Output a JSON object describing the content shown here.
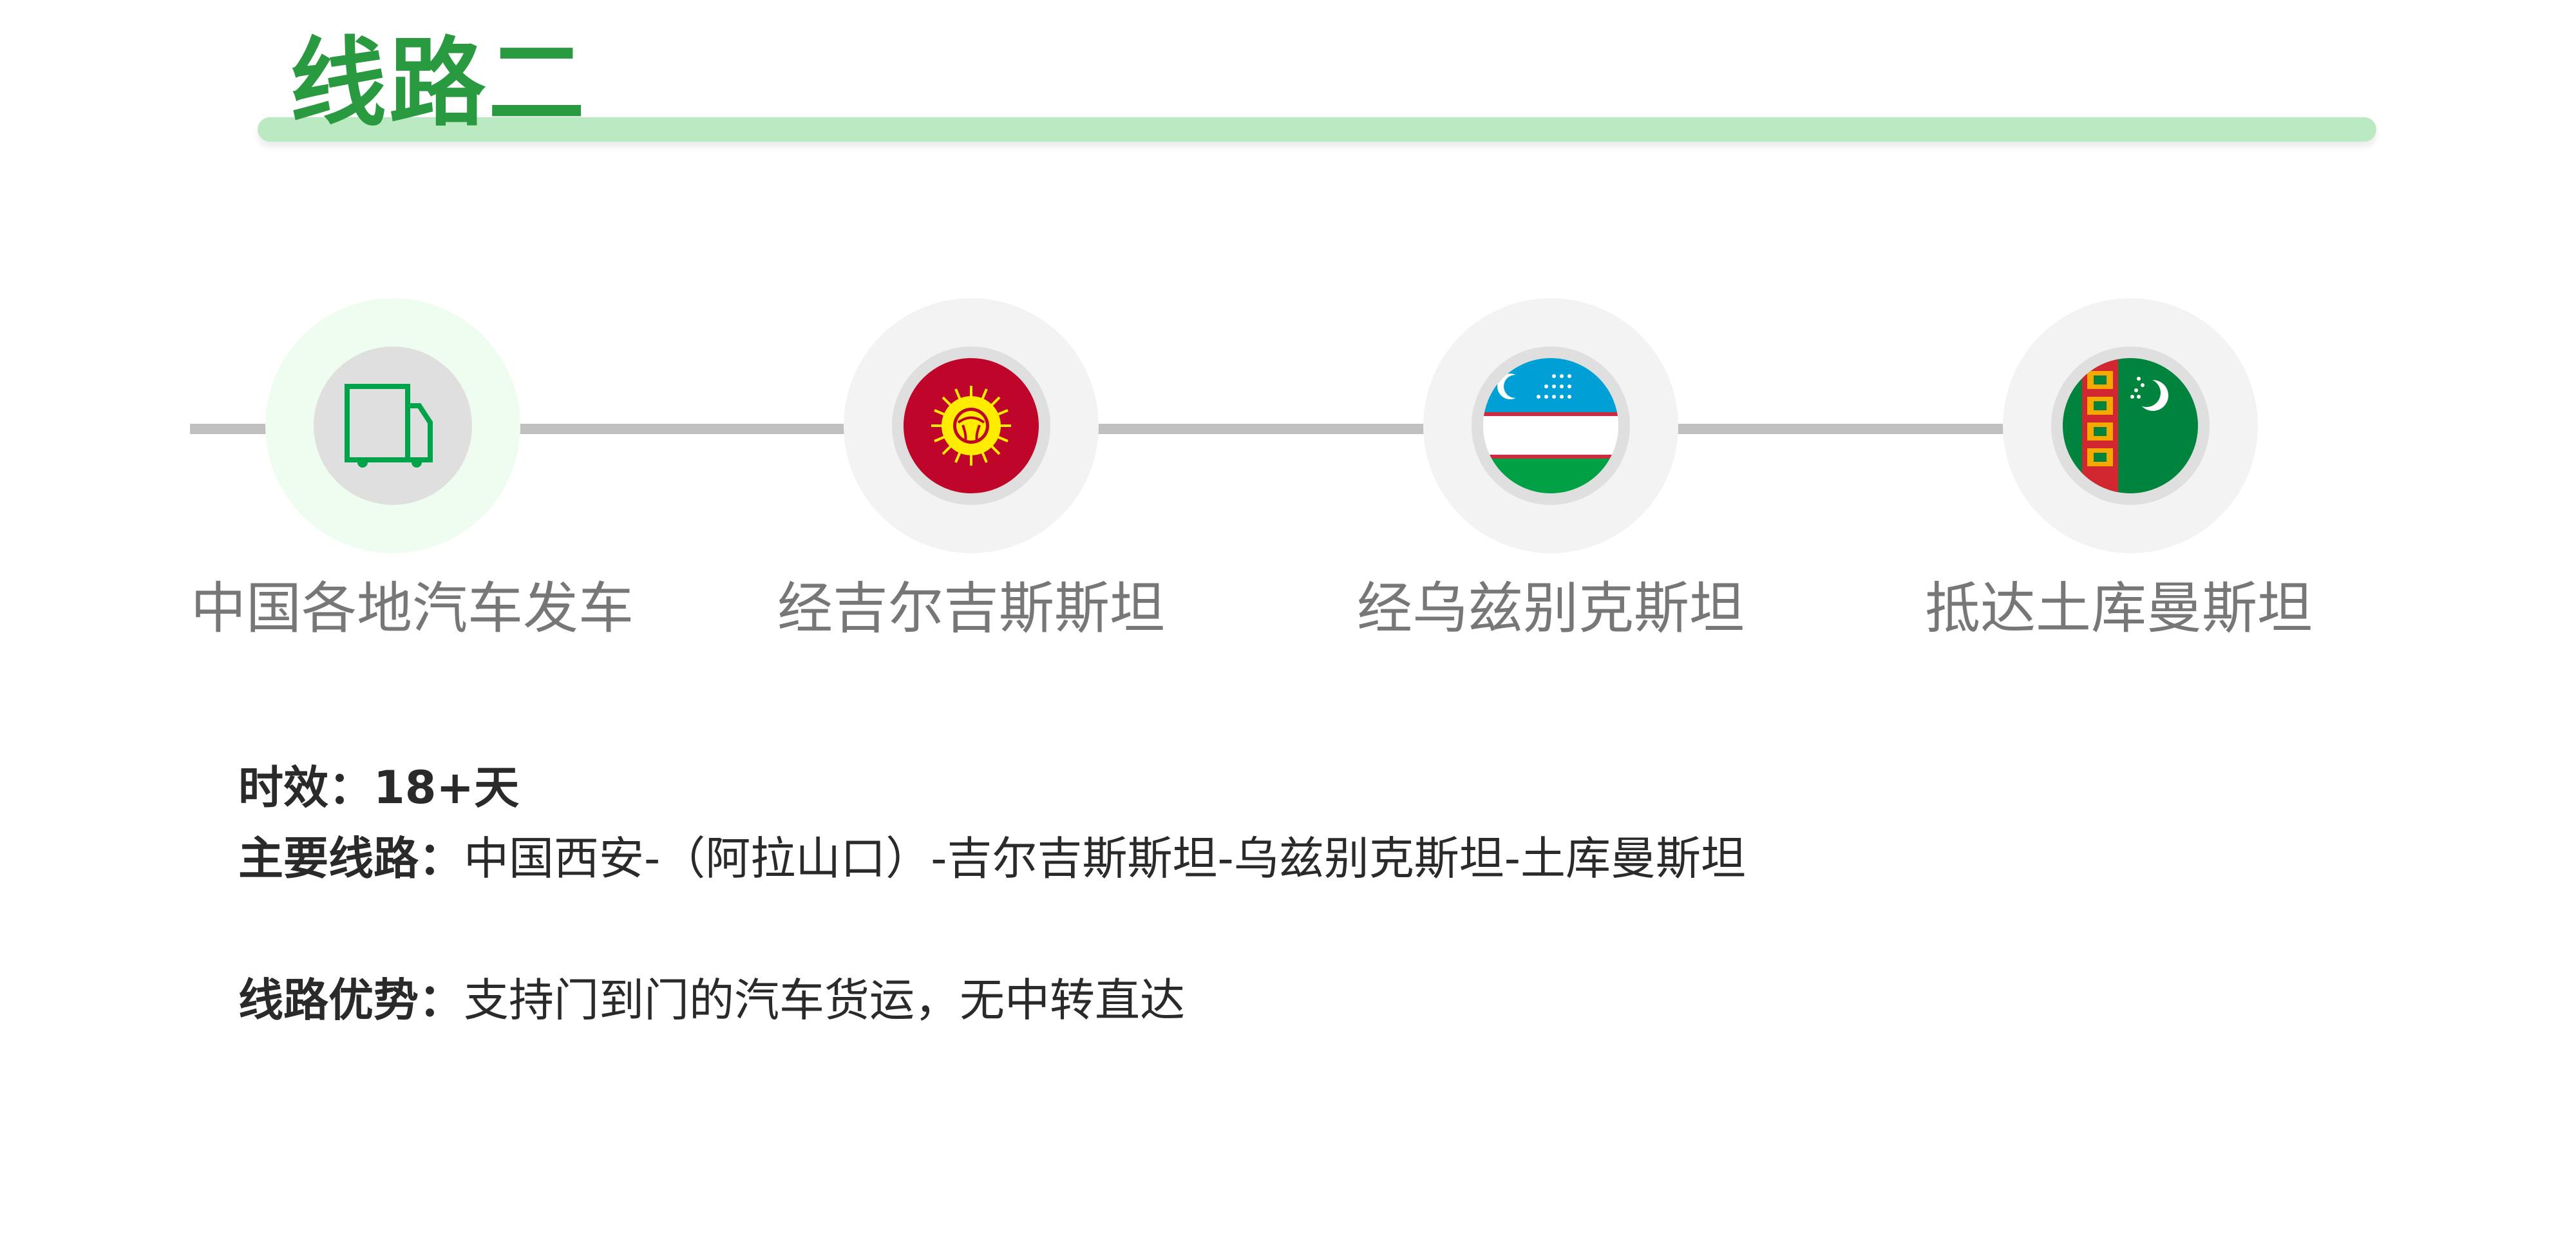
{
  "header": {
    "title": "线路二"
  },
  "colors": {
    "accent": "#2a9a40",
    "title_bar": "#bbe9c2",
    "line": "#c0c0c0"
  },
  "route": {
    "stops": [
      {
        "label": "中国各地汽车发车",
        "icon": "truck-icon"
      },
      {
        "label": "经吉尔吉斯斯坦",
        "icon": "kyrgyzstan-flag-icon"
      },
      {
        "label": "经乌兹别克斯坦",
        "icon": "uzbekistan-flag-icon"
      },
      {
        "label": "抵达土库曼斯坦",
        "icon": "turkmenistan-flag-icon"
      }
    ]
  },
  "details": {
    "timing_label": "时效：",
    "timing_value": "18+天",
    "main_route_label": "主要线路：",
    "main_route_value": "中国西安-（阿拉山口）-吉尔吉斯斯坦-乌兹别克斯坦-土库曼斯坦",
    "advantage_label": "线路优势：",
    "advantage_value": "支持门到门的汽车货运，无中转直达"
  }
}
